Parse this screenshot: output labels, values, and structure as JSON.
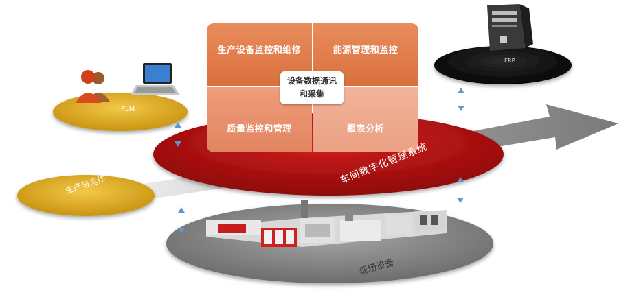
{
  "quadrants": {
    "top_left": "生产设备监控和维修",
    "top_right": "能源管理和监控",
    "bottom_left": "质量监控和管理",
    "bottom_right": "报表分析"
  },
  "center_box": "设备数据通讯和采集",
  "nodes": {
    "plm": "PLM",
    "erp": "ERP",
    "production": "生产与运作",
    "workshop_system": "车间数字化管理系统",
    "field_equipment": "现场设备"
  },
  "icons": {
    "plm": "users-laptop-icon",
    "erp": "server-tower-icon",
    "field": "extrusion-line-icon"
  },
  "colors": {
    "red_ellipse": "#b00d0d",
    "gold_ellipse": "#d8a716",
    "black_ellipse": "#111111",
    "grey_ellipse": "#8a8a8a",
    "arrow_connector": "#6fa6d8",
    "quad_top": "#e07a48",
    "quad_bottom_left": "#e88c67",
    "quad_bottom_right": "#eea88c"
  }
}
